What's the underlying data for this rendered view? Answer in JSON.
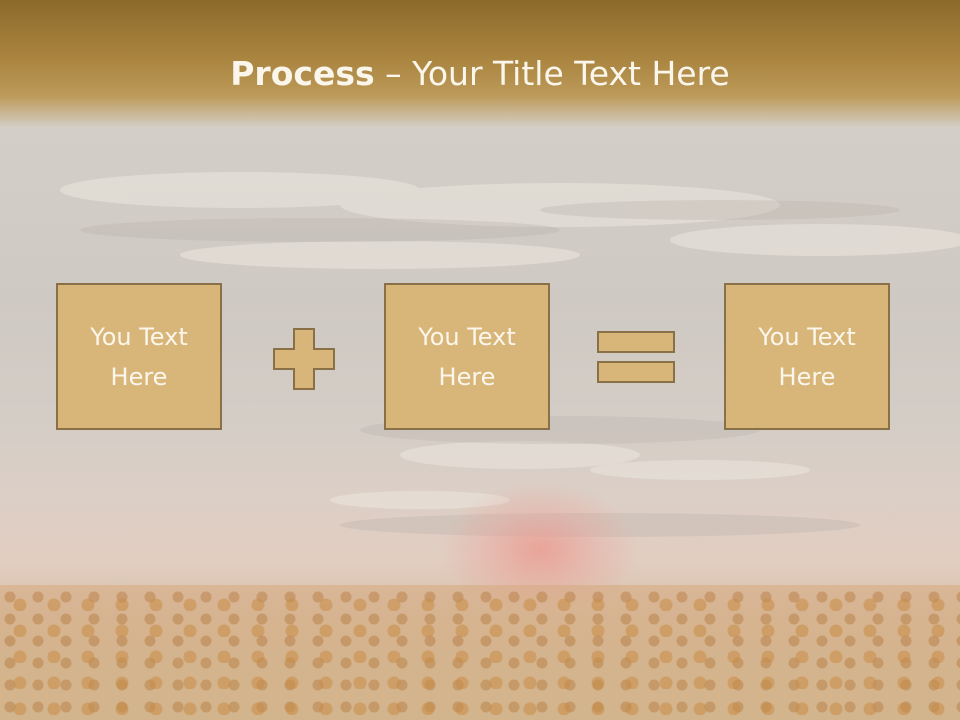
{
  "slide": {
    "title_bold": "Process",
    "title_rest": " – Your Title Text Here",
    "steps": [
      {
        "line1": "You Text",
        "line2": "Here"
      },
      {
        "line1": "You Text",
        "line2": "Here"
      },
      {
        "line1": "You Text",
        "line2": "Here"
      }
    ],
    "operators": [
      "plus-icon",
      "equals-icon"
    ],
    "colors": {
      "header": "#a9843f",
      "box_fill": "#d8b679",
      "box_border": "#8a7047",
      "text": "#fbf6ec"
    }
  }
}
